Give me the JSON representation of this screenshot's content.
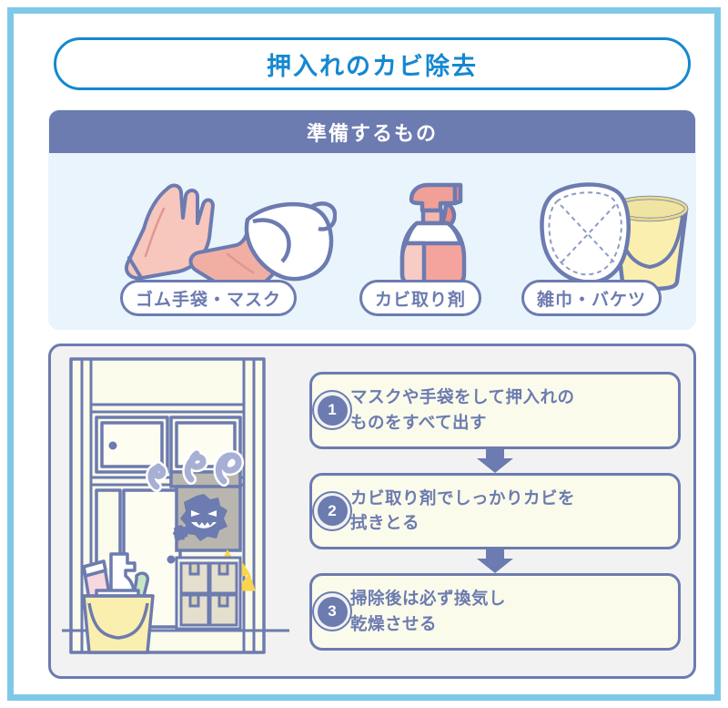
{
  "title": {
    "text": "押入れのカビ除去",
    "accent_color": "#1588D0"
  },
  "frame": {
    "border_color": "#7FC9E8",
    "background": "#FFFFFF"
  },
  "materials": {
    "header_label": "準備するもの",
    "header_color": "#6C7BB0",
    "panel_background": "#EAF4FC",
    "items": [
      {
        "label": "ゴム手袋・マスク",
        "icon": "rubber-gloves-and-mask-icon"
      },
      {
        "label": "カビ取り剤",
        "icon": "spray-bottle-icon"
      },
      {
        "label": "雑巾・バケツ",
        "icon": "cloth-and-bucket-icon"
      }
    ]
  },
  "steps": {
    "panel_background": "#F2F2F2",
    "box_background": "#FBFBEB",
    "text_color": "#6C7BB0",
    "illustration": "closet-with-mold-illustration",
    "items": [
      {
        "number": "1",
        "text": "マスクや手袋をして押入れの\nものをすべて出す"
      },
      {
        "number": "2",
        "text": "カビ取り剤でしっかりカビを\n拭きとる"
      },
      {
        "number": "3",
        "text": "掃除後は必ず換気し\n乾燥させる"
      }
    ]
  },
  "colors": {
    "slate_blue": "#6C7BB0",
    "light_blue_border": "#7FC9E8",
    "title_blue": "#1588D0",
    "cream": "#FBFBEB",
    "pale_blue": "#EAF4FC",
    "glove_pink": "#F5BDB4",
    "spray_red": "#EE8B85",
    "bucket_yellow": "#FAEFAF"
  }
}
